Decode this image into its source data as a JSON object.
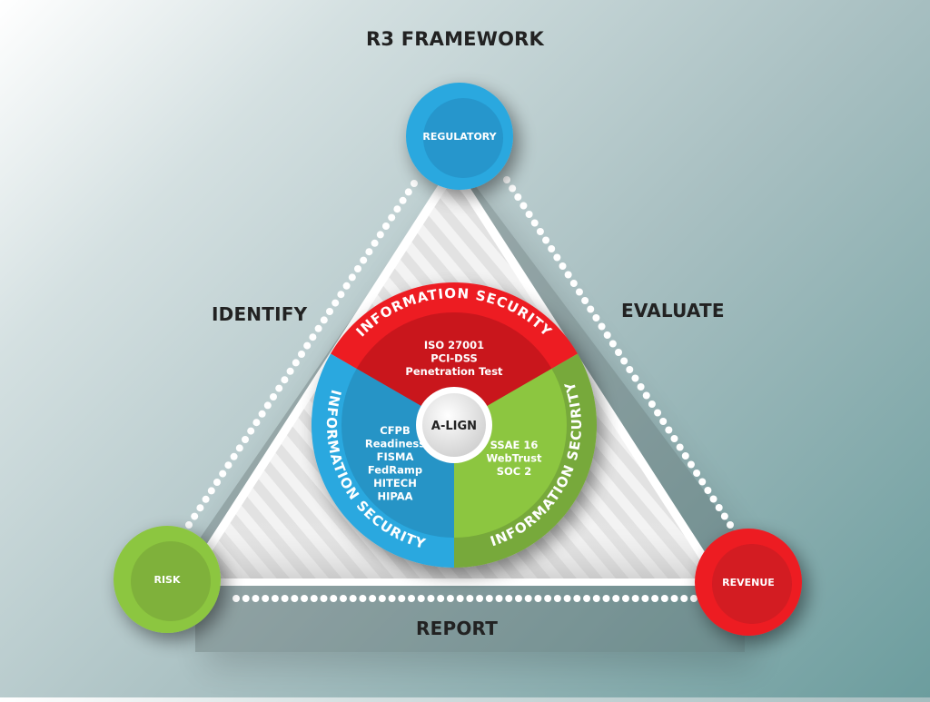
{
  "title": "R3 FRAMEWORK",
  "edges": {
    "left": "IDENTIFY",
    "right": "EVALUATE",
    "bottom": "REPORT"
  },
  "nodes": [
    {
      "id": "regulatory",
      "label": "REGULATORY",
      "color": "#29a8df",
      "inner": "#2596cc"
    },
    {
      "id": "risk",
      "label": "RISK",
      "color": "#8cc63f",
      "inner": "#7fb13a"
    },
    {
      "id": "revenue",
      "label": "REVENUE",
      "color": "#ed1c24",
      "inner": "#d31a23"
    }
  ],
  "wheel": {
    "center_label": "A-LIGN",
    "sectors": [
      {
        "id": "top",
        "ring_label": "INFORMATION SECURITY",
        "color": "#ed1c24",
        "inner": "#c9171f",
        "items": [
          "ISO 27001",
          "PCI-DSS",
          "Penetration Test"
        ]
      },
      {
        "id": "right",
        "ring_label": "INFORMATION SECURITY",
        "color": "#77a93a",
        "inner": "#8cc63f",
        "items": [
          "SSAE 16",
          "WebTrust",
          "SOC 2"
        ]
      },
      {
        "id": "left",
        "ring_label": "INFORMATION SECURITY",
        "color": "#29a8df",
        "inner": "#2594c6",
        "items": [
          "CFPB",
          "Readiness",
          "FISMA",
          "FedRamp",
          "HITECH",
          "HIPAA"
        ]
      }
    ]
  }
}
